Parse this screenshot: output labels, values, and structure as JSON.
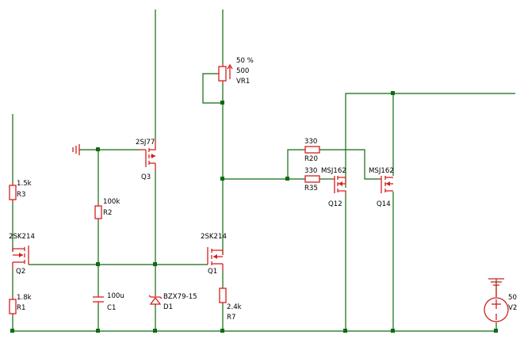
{
  "colors": {
    "wire": "#0f6b0f",
    "part": "#d22020",
    "text": "#000000",
    "background": "#ffffff"
  },
  "components": {
    "R3": {
      "ref": "R3",
      "value": "1.5k"
    },
    "R1": {
      "ref": "R1",
      "value": "1.8k"
    },
    "Q2": {
      "ref": "Q2",
      "part": "2SK214"
    },
    "R2": {
      "ref": "R2",
      "value": "100k"
    },
    "C1": {
      "ref": "C1",
      "value": "100u"
    },
    "Q3": {
      "ref": "Q3",
      "part": "2SJ77"
    },
    "D1": {
      "ref": "D1",
      "part": "BZX79-15"
    },
    "VR1": {
      "ref": "VR1",
      "value": "500",
      "setting": "50 %"
    },
    "Q1": {
      "ref": "Q1",
      "part": "2SK214"
    },
    "R7": {
      "ref": "R7",
      "value": "2.4k"
    },
    "R20": {
      "ref": "R20",
      "value": "330"
    },
    "R35": {
      "ref": "R35",
      "value": "330"
    },
    "Q12": {
      "ref": "Q12",
      "part": "MSJ162"
    },
    "Q14": {
      "ref": "Q14",
      "part": "MSJ162"
    },
    "V2": {
      "ref": "V2",
      "value": "50"
    }
  }
}
